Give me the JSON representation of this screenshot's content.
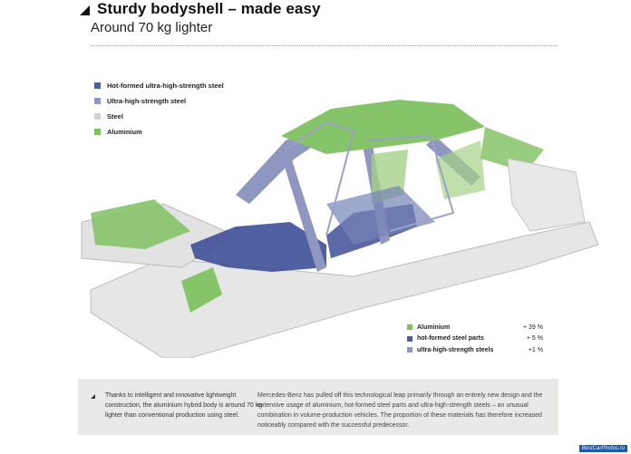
{
  "header": {
    "title": "Sturdy bodyshell – made easy",
    "subtitle": "Around 70 kg lighter"
  },
  "legend": {
    "items": [
      {
        "label": "Hot-formed ultra-high-strength steel",
        "color": "#4b5f9e"
      },
      {
        "label": "Ultra-high-strength steel",
        "color": "#9097c2"
      },
      {
        "label": "Steel",
        "color": "#d2d2d2"
      },
      {
        "label": "Aluminium",
        "color": "#7cbf5c"
      }
    ]
  },
  "stats": {
    "items": [
      {
        "label": "Aluminium",
        "value": "+ 39 %",
        "color": "#7cbf5c"
      },
      {
        "label": "hot-formed steel parts",
        "value": "+ 5 %",
        "color": "#4b5f9e"
      },
      {
        "label": "ultra-high-strength steels",
        "value": "+1 %",
        "color": "#9097c2"
      }
    ]
  },
  "info": {
    "left_text": "Thanks to intelligent and innovative lightweight construction, the aluminium hybrid body is around 70 kg lighter than conventional production using steel.",
    "right_text": "Mercedes-Benz has pulled off this technological leap primarily through an entirely new design and the extensive usage of aluminium, hot-formed steel parts and ultra-high-strength steels – an unusual combination in volume-production vehicles. The proportion of these materials has therefore increased noticeably compared with the successful predecessor."
  },
  "watermark": {
    "text": "BestCarPhotos.ru"
  }
}
